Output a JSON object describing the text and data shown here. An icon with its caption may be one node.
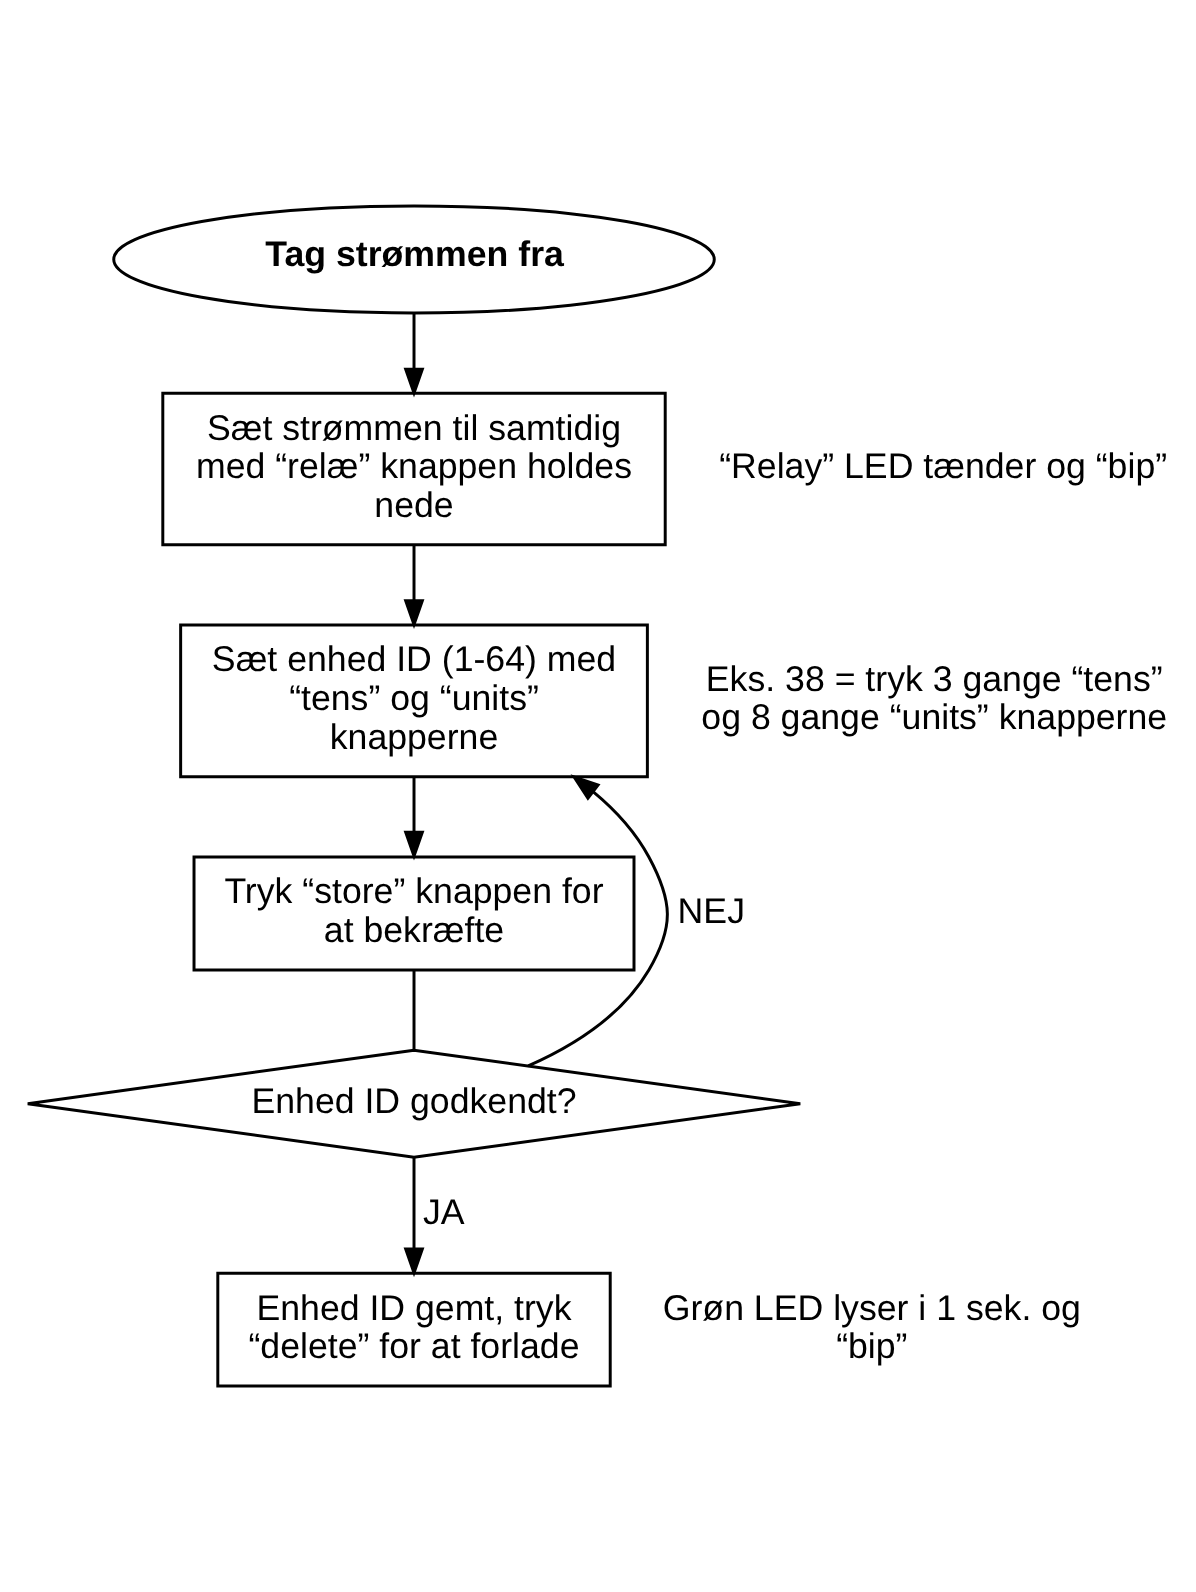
{
  "diagram": {
    "nodes": [
      {
        "text": [
          "Tag strømmen fra"
        ]
      },
      {
        "text": [
          "Sæt strømmen til samtidig med “relæ” knappen holdes nede"
        ],
        "beside": [
          "“Relay” LED tænder og “bip”"
        ]
      },
      {
        "text": [
          "Sæt enhed ID (1-64) med “tens” og “units” knapperne"
        ],
        "beside": [
          "Eks. 38 = tryk 3 gange “tens” og 8 gange “units” knapperne"
        ]
      },
      {
        "text": [
          "Tryk “store” knappen for at bekræfte"
        ]
      },
      {
        "text": [
          "Enhed ID godkendt?"
        ]
      },
      {
        "text": [
          "Enhed ID gemt, tryk “delete” for at forlade"
        ],
        "beside": [
          "Grøn LED lyser i 1 sek. og “bip”"
        ]
      }
    ],
    "edges": [
      {
        "from": 0,
        "to": 1,
        "arrow": "to"
      },
      {
        "from": 1,
        "to": 2,
        "arrow": "to"
      },
      {
        "from": 2,
        "to": 3,
        "arrow": "to"
      },
      {
        "from": 3,
        "to": 4,
        "arrow": "none"
      },
      {
        "from": 4,
        "to": 2,
        "label": "NEJ",
        "arrow": "to"
      },
      {
        "from": 4,
        "to": 5,
        "label": "JA",
        "arrow": "to"
      }
    ]
  }
}
